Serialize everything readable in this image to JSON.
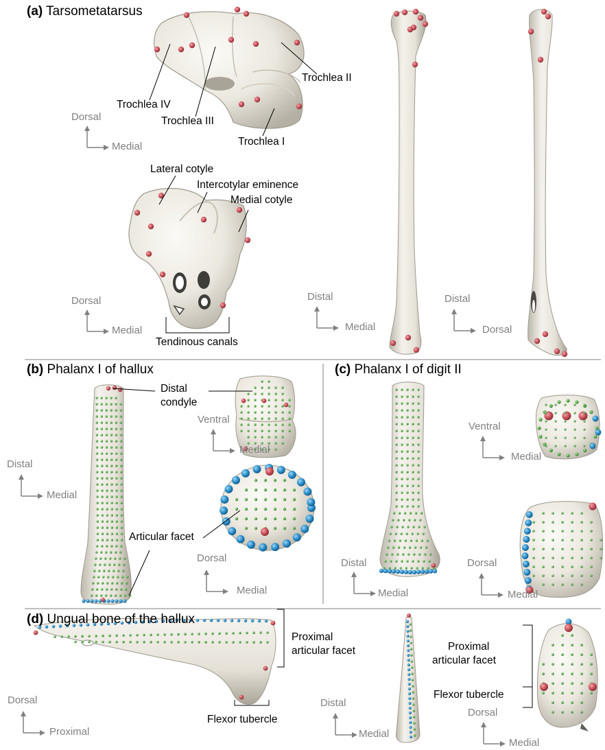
{
  "panels": {
    "a": {
      "letter": "(a)",
      "title": "Tarsometatarsus"
    },
    "b": {
      "letter": "(b)",
      "title": "Phalanx I of hallux"
    },
    "c": {
      "letter": "(c)",
      "title": "Phalanx I of digit II"
    },
    "d": {
      "letter": "(d)",
      "title": "Ungual bone of the hallux"
    }
  },
  "annotations": {
    "trochlea_iv": "Trochlea IV",
    "trochlea_iii": "Trochlea III",
    "trochlea_ii": "Trochlea II",
    "trochlea_i": "Trochlea I",
    "lateral_cotyle": "Lateral cotyle",
    "intercotylar_eminence": "Intercotylar eminence",
    "medial_cotyle": "Medial cotyle",
    "tendinous_canals": "Tendinous canals",
    "distal_condyle_1": "Distal",
    "distal_condyle_2": "condyle",
    "articular_facet": "Articular facet",
    "proximal_articular_facet_1": "Proximal",
    "proximal_articular_facet_2": "articular facet",
    "flexor_tubercle": "Flexor tubercle",
    "right_proximal_1": "Proximal",
    "right_proximal_2": "articular facet",
    "right_flexor_tubercle": "Flexor tubercle"
  },
  "axes": {
    "a_top": {
      "vertical": "Dorsal",
      "horizontal": "Medial"
    },
    "a_bottom": {
      "vertical": "Dorsal",
      "horizontal": "Medial"
    },
    "a_mid": {
      "vertical": "Distal",
      "horizontal": "Medial"
    },
    "a_right": {
      "vertical": "Distal",
      "horizontal": "Dorsal"
    },
    "b_left": {
      "vertical": "Distal",
      "horizontal": "Medial"
    },
    "b_top": {
      "vertical": "Ventral",
      "horizontal": "Medial"
    },
    "b_bottom": {
      "vertical": "Dorsal",
      "horizontal": "Medial"
    },
    "c_left": {
      "vertical": "Distal",
      "horizontal": "Medial"
    },
    "c_top": {
      "vertical": "Ventral",
      "horizontal": "Medial"
    },
    "c_bottom": {
      "vertical": "Dorsal",
      "horizontal": "Medial"
    },
    "d_left": {
      "vertical": "Dorsal",
      "horizontal": "Proximal"
    },
    "d_mid": {
      "vertical": "Distal",
      "horizontal": "Medial"
    },
    "d_right": {
      "vertical": "Dorsal",
      "horizontal": "Medial"
    }
  },
  "colors": {
    "bone": "#ebe8df",
    "bone_shadow": "#b9b5aa",
    "landmark_red": "#c9515a",
    "landmark_blue": "#2b8fcc",
    "landmark_green": "#5aae4e",
    "axis_gray": "#808080",
    "divider": "#9a9a9a"
  }
}
